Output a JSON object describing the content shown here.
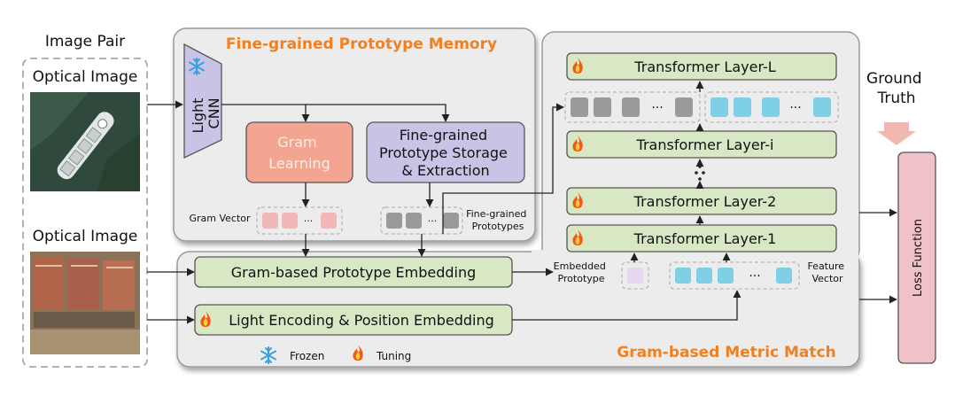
{
  "labels": {
    "image_pair": "Image Pair",
    "optical_image_1": "Optical Image",
    "optical_image_2": "Optical Image",
    "fgpm_title": "Fine-grained Prototype Memory",
    "light_cnn": [
      "Light",
      "CNN"
    ],
    "gram_learning": [
      "Gram",
      "Learning"
    ],
    "fg_storage": [
      "Fine-grained",
      "Prototype Storage",
      "& Extraction"
    ],
    "gram_vector": "Gram Vector",
    "fine_grained_prototypes": [
      "Fine-grained",
      "Prototypes"
    ],
    "gram_embedding": "Gram-based Prototype Embedding",
    "light_encoding": "Light Encoding & Position Embedding",
    "frozen": "Frozen",
    "tuning": "Tuning",
    "gmm_title": "Gram-based Metric Match",
    "transformer_L": "Transformer Layer-L",
    "transformer_i": "Transformer Layer-i",
    "transformer_2": "Transformer Layer-2",
    "transformer_1": "Transformer Layer-1",
    "embedded_prototype": [
      "Embedded",
      "Prototype"
    ],
    "feature_vector": [
      "Feature",
      "Vector"
    ],
    "ground_truth": [
      "Ground",
      "Truth"
    ],
    "loss_function": "Loss Function",
    "ellipsis": "···"
  },
  "colors": {
    "panel_bg": "#ececec",
    "green_box": "#d9e8c4",
    "salmon": "#f3a591",
    "lavender": "#c9c3e6",
    "loss_box": "#f0c1c7",
    "cyan_token": "#7fd0e6",
    "gray_token": "#9a9a9a",
    "pink_token": "#f2b8b8",
    "orange_text": "#f08020"
  },
  "icons": [
    "snowflake-icon",
    "flame-icon"
  ]
}
